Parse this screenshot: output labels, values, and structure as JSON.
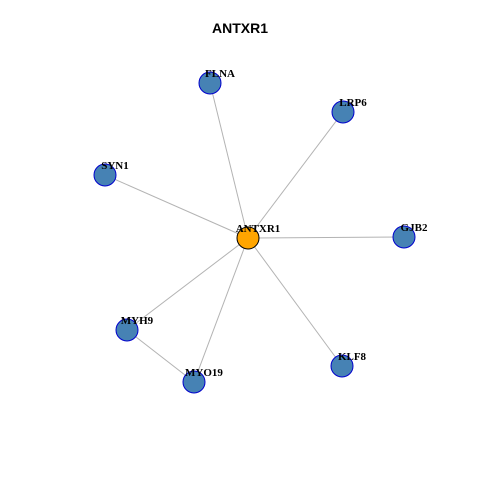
{
  "title": "ANTXR1",
  "colors": {
    "center_fill": "#ffa500",
    "center_stroke": "#000000",
    "node_fill": "#4682b4",
    "node_stroke": "#0000cd",
    "edge": "#b3b3b3"
  },
  "nodes": [
    {
      "id": "ANTXR1",
      "label": "ANTXR1",
      "type": "center"
    },
    {
      "id": "FLNA",
      "label": "FLNA",
      "type": "neighbor"
    },
    {
      "id": "LRP6",
      "label": "LRP6",
      "type": "neighbor"
    },
    {
      "id": "SYN1",
      "label": "SYN1",
      "type": "neighbor"
    },
    {
      "id": "GJB2",
      "label": "GJB2",
      "type": "neighbor"
    },
    {
      "id": "MYH9",
      "label": "MYH9",
      "type": "neighbor"
    },
    {
      "id": "MYO19",
      "label": "MYO19",
      "type": "neighbor"
    },
    {
      "id": "KLF8",
      "label": "KLF8",
      "type": "neighbor"
    }
  ],
  "edges": [
    {
      "source": "ANTXR1",
      "target": "FLNA"
    },
    {
      "source": "ANTXR1",
      "target": "LRP6"
    },
    {
      "source": "ANTXR1",
      "target": "SYN1"
    },
    {
      "source": "ANTXR1",
      "target": "GJB2"
    },
    {
      "source": "ANTXR1",
      "target": "MYH9"
    },
    {
      "source": "ANTXR1",
      "target": "MYO19"
    },
    {
      "source": "ANTXR1",
      "target": "KLF8"
    },
    {
      "source": "MYH9",
      "target": "MYO19"
    }
  ]
}
